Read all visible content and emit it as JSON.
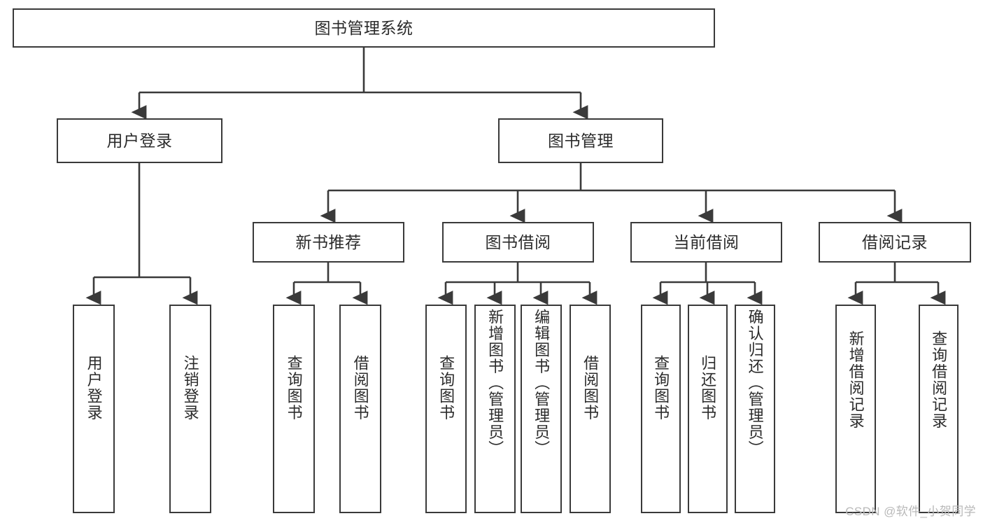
{
  "diagram": {
    "title": "图书管理系统",
    "type": "tree-hierarchy",
    "watermark": "CSDN @软件_小贺同学",
    "colors": {
      "border": "#3a3a3a",
      "background": "#ffffff",
      "text": "#2b2b2b",
      "watermark": "#b9b9b9"
    },
    "root": {
      "label": "图书管理系统"
    },
    "level2": [
      {
        "label": "用户登录"
      },
      {
        "label": "图书管理"
      }
    ],
    "level3": [
      {
        "label": "新书推荐"
      },
      {
        "label": "图书借阅"
      },
      {
        "label": "当前借阅"
      },
      {
        "label": "借阅记录"
      }
    ],
    "leaves": [
      {
        "label": "用户登录",
        "parent": "用户登录"
      },
      {
        "label": "注销登录",
        "parent": "用户登录"
      },
      {
        "label": "查询图书",
        "parent": "新书推荐"
      },
      {
        "label": "借阅图书",
        "parent": "新书推荐"
      },
      {
        "label": "查询图书",
        "parent": "图书借阅"
      },
      {
        "label": "新增图书（管理员）",
        "parent": "图书借阅"
      },
      {
        "label": "编辑图书（管理员）",
        "parent": "图书借阅"
      },
      {
        "label": "借阅图书",
        "parent": "图书借阅"
      },
      {
        "label": "查询图书",
        "parent": "当前借阅"
      },
      {
        "label": "归还图书",
        "parent": "当前借阅"
      },
      {
        "label": "确认归还（管理员）",
        "parent": "当前借阅"
      },
      {
        "label": "新增借阅记录",
        "parent": "借阅记录"
      },
      {
        "label": "查询借阅记录",
        "parent": "借阅记录"
      }
    ]
  }
}
